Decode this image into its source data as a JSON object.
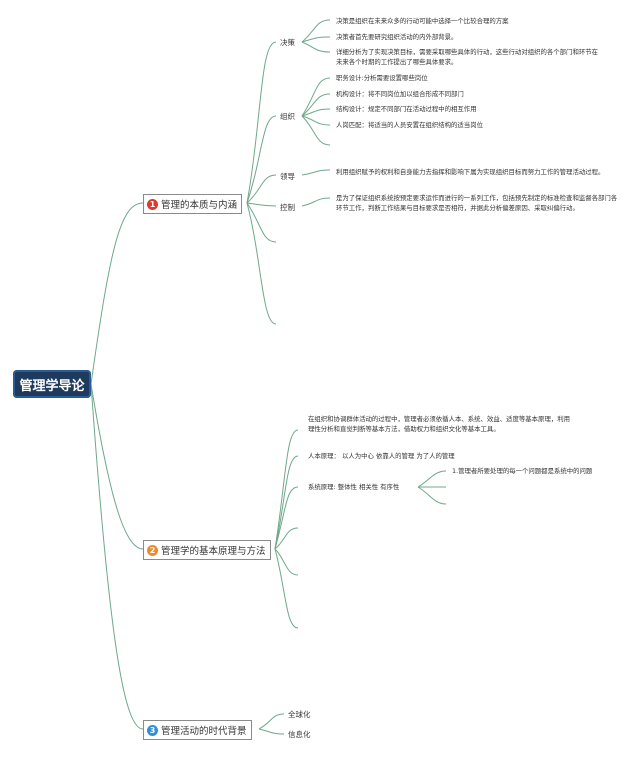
{
  "root": {
    "title": "管理学导论"
  },
  "branches": [
    {
      "num": "1",
      "color": "#e03a2f",
      "label": "管理的本质与内涵"
    },
    {
      "num": "2",
      "color": "#f08a24",
      "label": "管理学的基本原理与方法"
    },
    {
      "num": "3",
      "color": "#2f8fd8",
      "label": "管理活动的时代背景"
    }
  ],
  "b1": {
    "decision": {
      "label": "决策",
      "items": [
        "决策是组织在未来众多的行动可能中选择一个比较合理的方案",
        "决策者首先要研究组织活动的内外部背景。",
        "详细分析为了实现决策目标，需要采取哪些具体的行动，这些行动对组织的各个部门和环节在未来各个时期的工作提出了哪些具体要求。"
      ]
    },
    "organize": {
      "label": "组织",
      "items": [
        "职务设计:分析需要设置哪些岗位",
        "机构设计：将不同岗位加以组合形成不同部门",
        "结构设计：规定不同部门在活动过程中的相互作用",
        "人岗匹配：将适当的人员安置在组织结构的适当岗位"
      ]
    },
    "lead": {
      "label": "领导",
      "text": "利用组织赋予的权利和自身能力去指挥和影响下属为实现组织目标而努力工作的管理活动过程。"
    },
    "control": {
      "label": "控制",
      "text": "是为了保证组织系统按预定要求运作而进行的一系列工作，包括预先制定的标准检查和监督各部门各环节工作，判断工作结果与目标要求是否相符，并据此分析偏差原因、采取纠偏行动。"
    }
  },
  "b2": {
    "intro": "在组织和协调群体活动的过程中，管理者必须依循人本、系统、效益、适度等基本原理，利用理性分析和直觉判断等基本方法，借助权力和组织文化等基本工具。",
    "human": "人本原理： 以人为中心 依靠人的管理 为了人的管理",
    "system": "系统原理: 整体性 相关性 有序性",
    "system_note": "1.管理者所要处理的每一个问题都是系统中的问题"
  },
  "b3": {
    "items": [
      "全球化",
      "信息化"
    ]
  }
}
